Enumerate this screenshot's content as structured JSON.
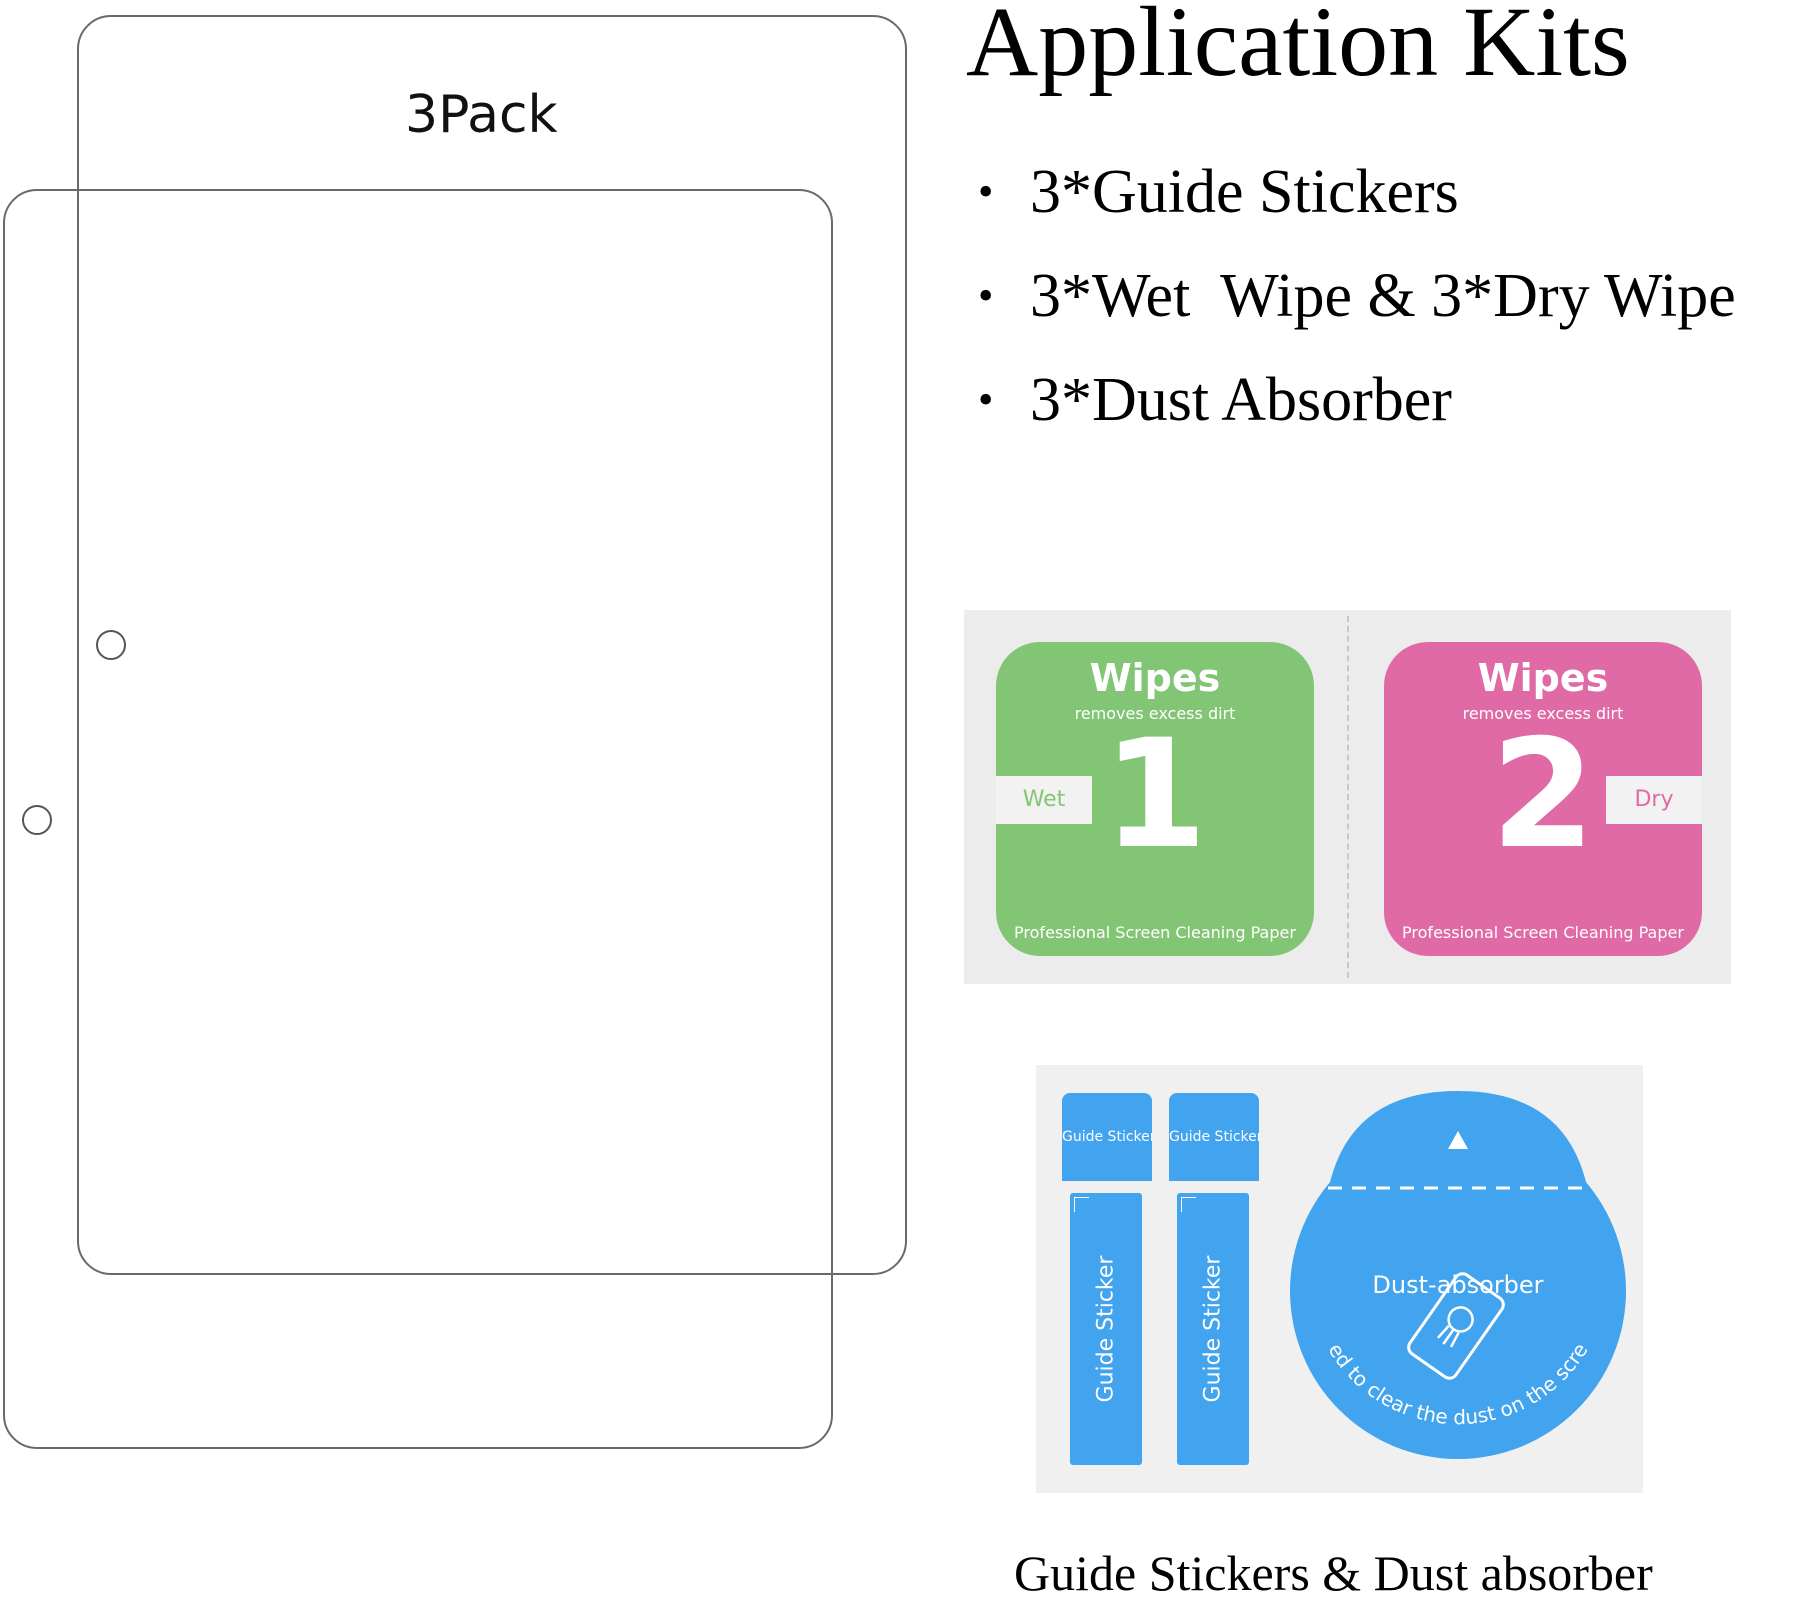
{
  "pack": {
    "label": "3Pack"
  },
  "kit": {
    "title": "Application Kits",
    "items": [
      "3*Guide Stickers",
      "3*Wet  Wipe & 3*Dry Wipe",
      "3*Dust Absorber"
    ]
  },
  "wipes": [
    {
      "title": "Wipes",
      "subtitle": "removes excess dirt",
      "number": "1",
      "tag": "Wet",
      "footer": "Professional Screen Cleaning Paper",
      "color": "#82c574"
    },
    {
      "title": "Wipes",
      "subtitle": "removes excess dirt",
      "number": "2",
      "tag": "Dry",
      "footer": "Professional Screen Cleaning Paper",
      "color": "#e06aa5"
    }
  ],
  "stickers": {
    "tab_label": "Guide Sticker",
    "strip_label": "Guide Sticker",
    "dust_label": "Dust-absorber",
    "dust_arc_text": "Used to clear the dust on the screen",
    "color": "#42a3ee",
    "caption": "Guide Stickers & Dust absorber"
  }
}
